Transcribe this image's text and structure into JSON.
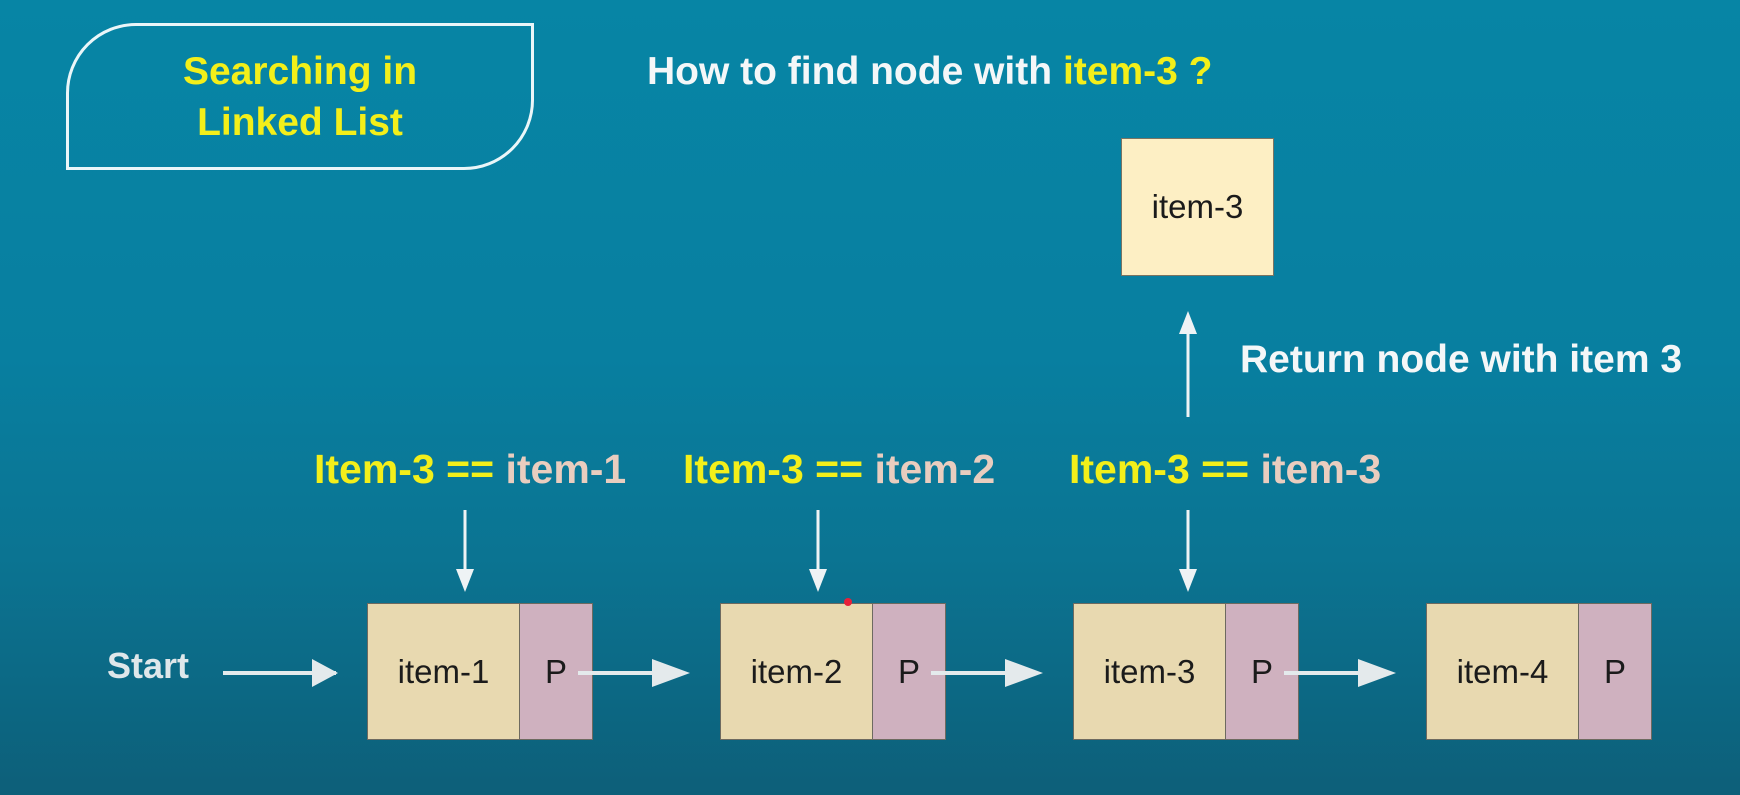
{
  "title": "Searching in\nLinked List",
  "question": {
    "prefix": "How to find node with",
    "highlight": "item-3",
    "suffix": "?"
  },
  "result_box": "item-3",
  "return_label": "Return node with item 3",
  "start_label": "Start",
  "comparisons": [
    {
      "lhs": "Item-3",
      "op": "==",
      "rhs": "item-1"
    },
    {
      "lhs": "Item-3",
      "op": "==",
      "rhs": "item-2"
    },
    {
      "lhs": "Item-3",
      "op": "==",
      "rhs": "item-3"
    }
  ],
  "nodes": [
    {
      "item": "item-1",
      "ptr": "P"
    },
    {
      "item": "item-2",
      "ptr": "P"
    },
    {
      "item": "item-3",
      "ptr": "P"
    },
    {
      "item": "item-4",
      "ptr": "P"
    }
  ],
  "colors": {
    "highlight": "#f3ef1a",
    "node_item": "#e8d9b0",
    "node_ptr": "#cfb1bf",
    "result_box": "#fdefc4"
  }
}
